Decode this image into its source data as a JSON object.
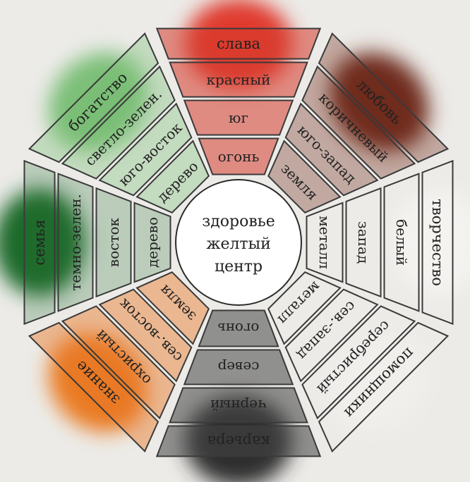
{
  "center": {
    "lines": [
      "здоровье",
      "желтый",
      "центр"
    ],
    "color": "#ffffff"
  },
  "sectors": [
    {
      "id": "south",
      "blob_color": "#e03a2e",
      "band_fill": "rgba(214,60,45,0.55)",
      "rings": [
        "огонь",
        "юг",
        "красный",
        "слава"
      ]
    },
    {
      "id": "southwest",
      "blob_color": "#6e2a1c",
      "band_fill": "rgba(115,45,30,0.35)",
      "rings": [
        "земля",
        "юго-запад",
        "коричневый",
        "любовь"
      ]
    },
    {
      "id": "west",
      "blob_color": "#f4f3f0",
      "band_fill": "rgba(255,255,255,0.0)",
      "rings": [
        "металл",
        "запад",
        "белый",
        "творчество"
      ]
    },
    {
      "id": "northwest",
      "blob_color": "#f0efec",
      "band_fill": "rgba(255,255,255,0.0)",
      "rings": [
        "металл",
        "сев.-запад",
        "серебристый",
        "помощники"
      ]
    },
    {
      "id": "north",
      "blob_color": "#2e2e2e",
      "band_fill": "rgba(70,70,70,0.55)",
      "rings": [
        "огонь",
        "север",
        "черный",
        "карьера"
      ]
    },
    {
      "id": "northeast",
      "blob_color": "#ea7a22",
      "band_fill": "rgba(232,120,40,0.45)",
      "rings": [
        "земля",
        "сев.-восток",
        "охристый",
        "знание"
      ]
    },
    {
      "id": "east",
      "blob_color": "#1f6a2a",
      "band_fill": "rgba(40,110,50,0.25)",
      "rings": [
        "дерево",
        "восток",
        "темно-зелен.",
        "семья"
      ]
    },
    {
      "id": "southeast",
      "blob_color": "#7cbf78",
      "band_fill": "rgba(120,190,115,0.35)",
      "rings": [
        "дерево",
        "юго-восток",
        "светло-зелен.",
        "богатство"
      ]
    }
  ]
}
